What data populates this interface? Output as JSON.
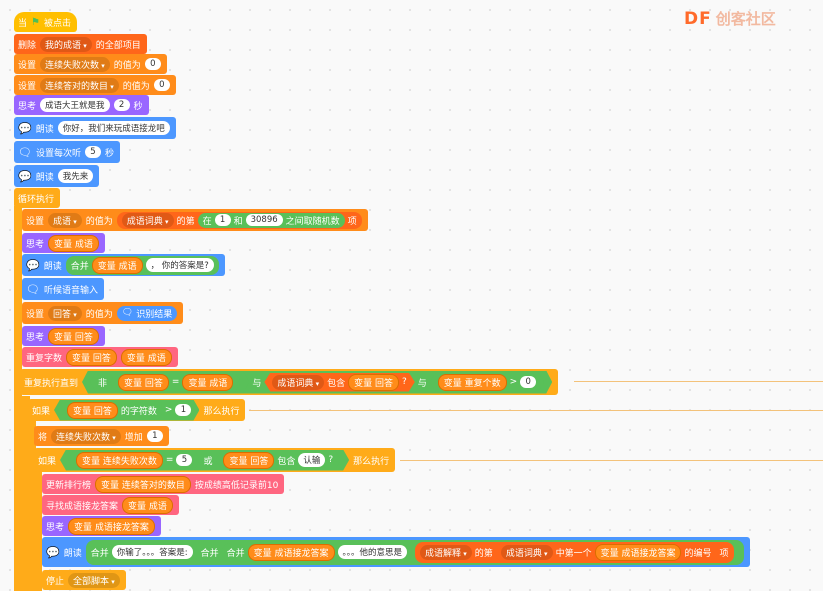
{
  "logo": {
    "brand": "DF",
    "name": "创客社区"
  },
  "colors": {
    "event": "#ffbf00",
    "variable": "#ff8c1a",
    "list": "#ff661a",
    "looks": "#9966ff",
    "extension": "#4c97ff",
    "control": "#ffab19",
    "operator": "#59c059",
    "myblock": "#ff6680"
  },
  "b1": {
    "a": "当",
    "b": "被点击"
  },
  "b2": {
    "a": "删除",
    "list": "我的成语",
    "b": "的全部项目"
  },
  "b3": {
    "a": "设置",
    "var": "连续失败次数",
    "b": "的值为",
    "v": "0"
  },
  "b4": {
    "a": "设置",
    "var": "连续答对的数目",
    "b": "的值为",
    "v": "0"
  },
  "b5": {
    "a": "思考",
    "t": "成语大王就是我",
    "n": "2",
    "b": "秒"
  },
  "b6": {
    "a": "朗读",
    "t": "你好，我们来玩成语接龙吧"
  },
  "b7": {
    "a": "设置每次听",
    "n": "5",
    "b": "秒"
  },
  "b8": {
    "a": "朗读",
    "t": "我先来"
  },
  "b9": {
    "a": "循环执行"
  },
  "b10": {
    "a": "设置",
    "var": "成语",
    "b": "的值为",
    "list": "成语词典",
    "c": "的第",
    "d": "在",
    "n1": "1",
    "e": "和",
    "n2": "30896",
    "f": "之间取随机数",
    "g": "项"
  },
  "b11": {
    "a": "思考",
    "r": "变量 成语"
  },
  "b12": {
    "a": "朗读",
    "join": "合并",
    "r": "变量 成语",
    "t": "，  你的答案是?"
  },
  "b13": {
    "a": "听候语音输入"
  },
  "b14": {
    "a": "设置",
    "var": "回答",
    "b": "的值为",
    "r": "识别结果"
  },
  "b15": {
    "a": "思考",
    "r": "变量 回答"
  },
  "b16": {
    "a": "重复字数",
    "r1": "变量 回答",
    "r2": "变量 成语"
  },
  "b17": {
    "a": "重复执行直到",
    "not": "非",
    "r1": "变量 回答",
    "eq": "=",
    "r2": "变量 成语",
    "and1": "与",
    "list": "成语词典",
    "contains": "包含",
    "r3": "变量 回答",
    "q": "?",
    "and2": "与",
    "r4": "变量 重复个数",
    "gt": ">",
    "n": "0"
  },
  "b18": {
    "a": "如果",
    "r": "变量 回答",
    "len": "的字符数",
    "gt": ">",
    "n": "1",
    "b": "那么执行"
  },
  "b19": {
    "a": "将",
    "var": "连续失败次数",
    "b": "增加",
    "n": "1"
  },
  "b20": {
    "a": "如果",
    "r": "变量 连续失败次数",
    "eq": "=",
    "n": "5",
    "or": "或",
    "r2": "变量 回答",
    "contains": "包含",
    "t": "认输",
    "q": "?",
    "b": "那么执行"
  },
  "b21": {
    "a": "更新排行榜",
    "r": "变量 连续答对的数目",
    "b": "按成绩高低记录前10"
  },
  "b22": {
    "a": "寻找成语接龙答案",
    "r": "变量 成语"
  },
  "b23": {
    "a": "思考",
    "r": "变量 成语接龙答案"
  },
  "b24": {
    "a": "朗读",
    "join1": "合并",
    "t1": "你输了。。。答案是:",
    "join2": "合并",
    "join3": "合并",
    "r1": "变量 成语接龙答案",
    "t2": "。。。他的意思是",
    "list1": "成语解释",
    "c": "的第",
    "list2": "成语词典",
    "first": "中第一个",
    "r2": "变量 成语接龙答案",
    "idx": "的编号",
    "item": "项"
  },
  "b25": {
    "a": "停止",
    "opt": "全部脚本"
  }
}
